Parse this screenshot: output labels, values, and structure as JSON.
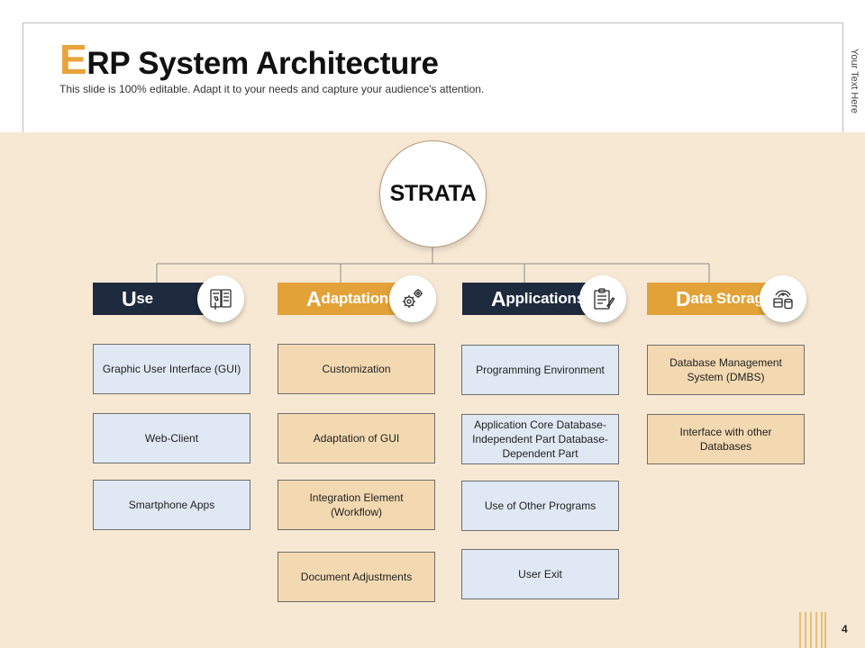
{
  "slide": {
    "title_first_letter": "E",
    "title_rest": "RP System Architecture",
    "subtitle": "This slide is 100% editable. Adapt it to your needs and capture your audience's attention.",
    "side_text": "Your Text Here",
    "page_number": "4"
  },
  "root": {
    "label": "STRATA"
  },
  "columns": [
    {
      "head_cap": "U",
      "head_rest": "se",
      "style": "dark",
      "icon": "gui-icon",
      "items": [
        "Graphic User Interface (GUI)",
        "Web-Client",
        "Smartphone Apps"
      ]
    },
    {
      "head_cap": "A",
      "head_rest": "daptation",
      "style": "gold",
      "icon": "gears-icon",
      "items": [
        "Customization",
        "Adaptation of GUI",
        "Integration Element (Workflow)",
        "Document Adjustments"
      ]
    },
    {
      "head_cap": "A",
      "head_rest": "pplications",
      "style": "dark",
      "icon": "clipboard-icon",
      "items": [
        "Programming Environment",
        "Application Core Database-Independent Part Database-Dependent Part",
        "Use of Other Programs",
        "User Exit"
      ]
    },
    {
      "head_cap": "D",
      "head_rest": "ata Storage",
      "style": "gold",
      "icon": "database-icon",
      "items": [
        "Database Management System (DMBS)",
        "Interface with other Databases"
      ]
    }
  ],
  "colors": {
    "accent": "#e2a238",
    "dark": "#1e2a3d",
    "background_band": "#f7e8d4",
    "box_blue": "#dfe8f3",
    "box_tan": "#f3d9b1"
  }
}
